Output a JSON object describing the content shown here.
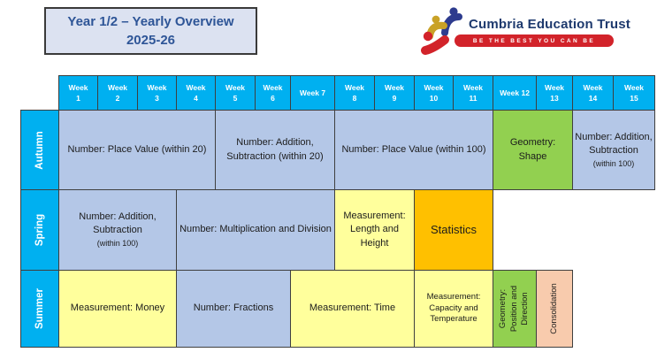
{
  "title": {
    "line1": "Year 1/2 – Yearly Overview",
    "line2": "2025-26"
  },
  "logo": {
    "name": "Cumbria Education Trust",
    "tagline": "BE THE BEST YOU CAN BE"
  },
  "colors": {
    "header_cyan": "#00B0F0",
    "light_blue": "#B4C7E7",
    "green": "#92D050",
    "yellow": "#FFFF9C",
    "orange": "#FFC000",
    "peach": "#F8CBAD",
    "border": "#3F3F3F",
    "title_text": "#2E5597",
    "logo_navy": "#1E3A6E",
    "logo_red": "#D2232A",
    "logo_gold": "#C9A227",
    "logo_blue": "#2D3B8E"
  },
  "table": {
    "weeks": [
      "Week\n1",
      "Week\n2",
      "Week\n3",
      "Week\n4",
      "Week\n5",
      "Week\n6",
      "Week 7",
      "Week\n8",
      "Week\n9",
      "Week\n10",
      "Week\n11",
      "Week 12",
      "Week\n13",
      "Week\n14",
      "Week\n15"
    ],
    "rows": [
      {
        "label": "Autumn",
        "blocks": [
          {
            "text": "Number: Place Value\n(within 20)",
            "span": 4,
            "color": "light_blue"
          },
          {
            "text": "Number: Addition,\nSubtraction\n(within 20)",
            "span": 3,
            "color": "light_blue"
          },
          {
            "text": "Number: Place Value\n(within 100)",
            "span": 4,
            "color": "light_blue"
          },
          {
            "text": "Geometry:\nShape",
            "span": 2,
            "color": "green"
          },
          {
            "text": "Number:\nAddition,\nSubtraction",
            "small": "(within 100)",
            "span": 2,
            "color": "light_blue"
          }
        ]
      },
      {
        "label": "Spring",
        "blocks": [
          {
            "text": "Number: Addition,\nSubtraction",
            "small": "(within 100)",
            "span": 3,
            "color": "light_blue"
          },
          {
            "text": "Number: Multiplication\nand Division",
            "span": 4,
            "color": "light_blue"
          },
          {
            "text": "Measurement:\nLength and\nHeight",
            "span": 2,
            "color": "yellow"
          },
          {
            "text": "Statistics",
            "span": 2,
            "color": "orange",
            "size": "lg"
          },
          {
            "span": 4,
            "empty": true
          }
        ]
      },
      {
        "label": "Summer",
        "blocks": [
          {
            "text": "Measurement:\nMoney",
            "span": 3,
            "color": "yellow"
          },
          {
            "text": "Number: Fractions",
            "span": 3,
            "color": "light_blue"
          },
          {
            "text": "Measurement:\nTime",
            "span": 3,
            "color": "yellow"
          },
          {
            "text": "Measurement:\nCapacity and\nTemperature",
            "span": 2,
            "color": "yellow",
            "size": "sm"
          },
          {
            "text": "Geometry:\nPosition and\nDirection",
            "span": 1,
            "color": "green",
            "vertical": true
          },
          {
            "text": "Consolidation",
            "span": 1,
            "color": "peach",
            "vertical": true
          },
          {
            "span": 2,
            "empty": true
          }
        ]
      }
    ]
  }
}
